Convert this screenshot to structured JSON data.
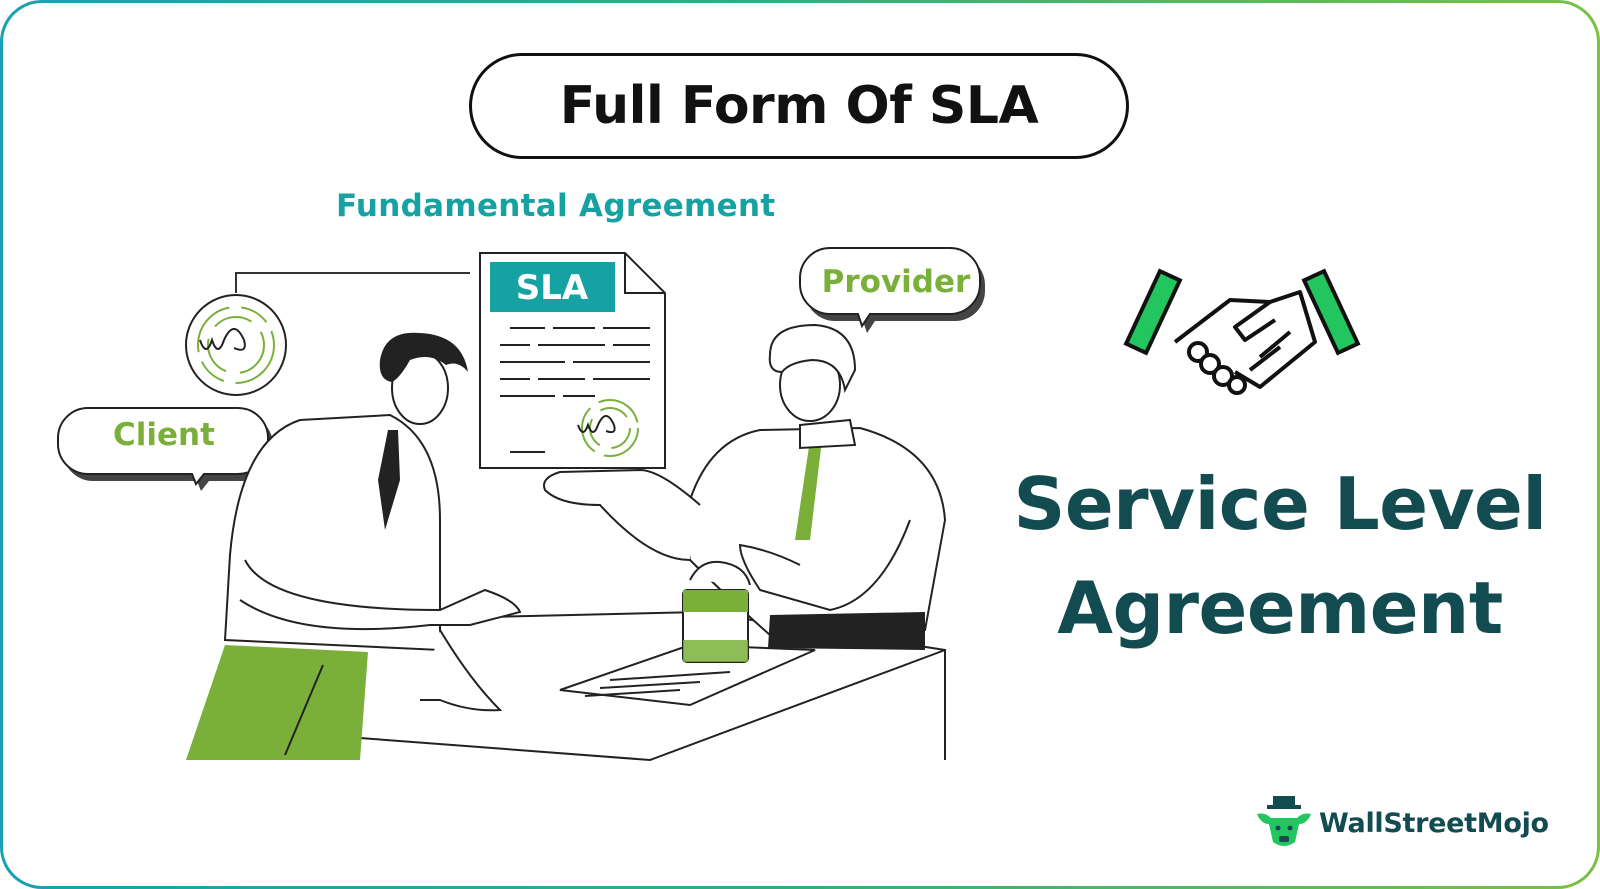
{
  "title": "Full Form Of SLA",
  "subtitle": "Fundamental Agreement",
  "document_label": "SLA",
  "labels": {
    "client": "Client",
    "provider": "Provider"
  },
  "main_heading": {
    "line1": "Service Level",
    "line2": "Agreement"
  },
  "logo": {
    "text": "WallStreetMojo"
  },
  "icons": {
    "handshake": "handshake-icon",
    "document": "document-icon",
    "signature_seal": "signature-seal-icon",
    "stamp": "stamp-icon"
  },
  "colors": {
    "accent_green": "#7ab03a",
    "teal": "#16a2a2",
    "dark_teal": "#124c50",
    "handshake_green": "#22c55e"
  }
}
